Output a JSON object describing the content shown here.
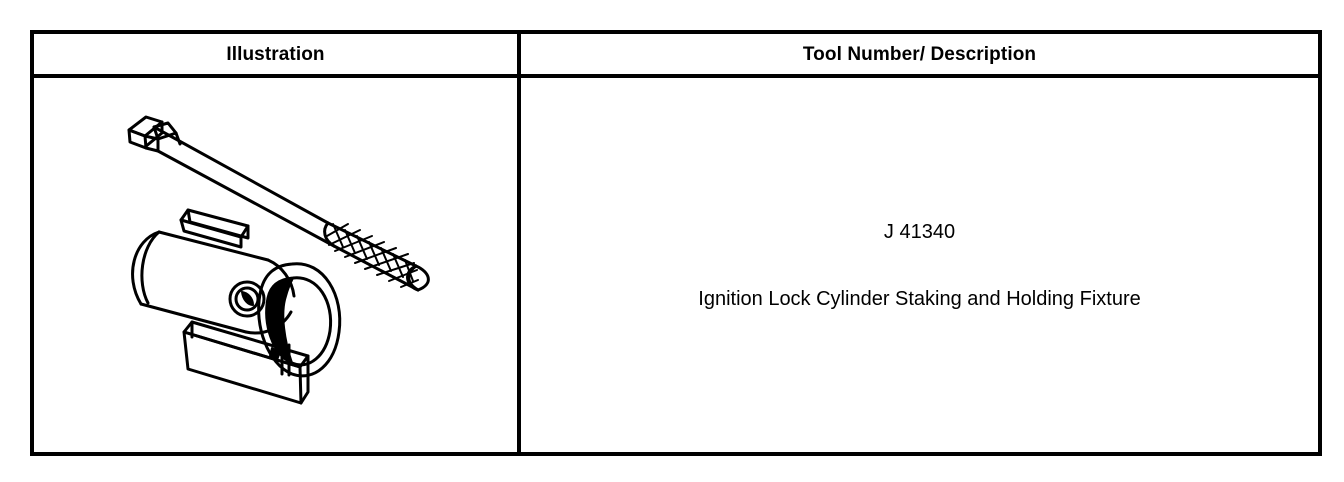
{
  "table": {
    "headers": [
      {
        "key": "illustration",
        "label": "Illustration"
      },
      {
        "key": "description",
        "label": "Tool Number/ Description"
      }
    ],
    "rows": [
      {
        "illustration": {
          "icon_name": "ignition-lock-cylinder-staking-fixture-illustration",
          "parts": [
            "staking punch with knurled handle",
            "cylindrical holding fixture with base plate"
          ]
        },
        "tool_number": "J 41340",
        "tool_description": "Ignition Lock Cylinder Staking and Holding Fixture"
      }
    ]
  },
  "colors": {
    "ink": "#000000",
    "paper": "#ffffff",
    "border": "#000000",
    "fill_shadow": "#000000"
  }
}
